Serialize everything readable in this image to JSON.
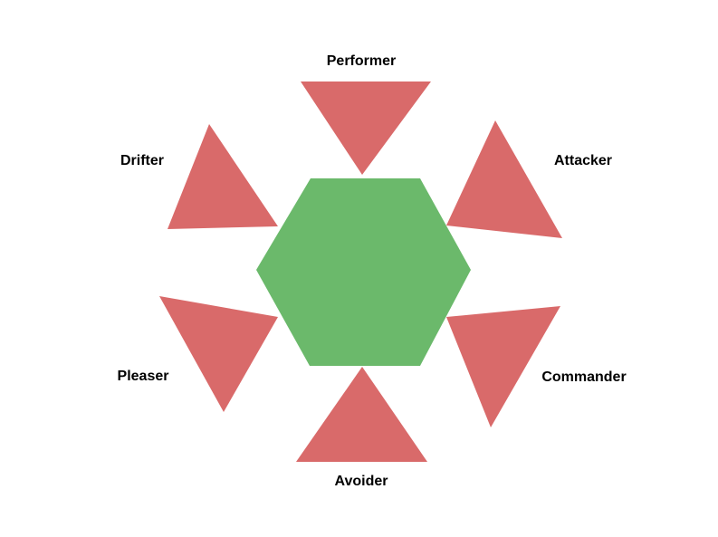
{
  "colors": {
    "background": "#ffffff",
    "hexagon_fill": "#6bb96b",
    "triangle_fill": "#d96a6a",
    "label_text": "#000000"
  },
  "labels": {
    "performer": "Performer",
    "attacker": "Attacker",
    "commander": "Commander",
    "avoider": "Avoider",
    "pleaser": "Pleaser",
    "drifter": "Drifter"
  }
}
